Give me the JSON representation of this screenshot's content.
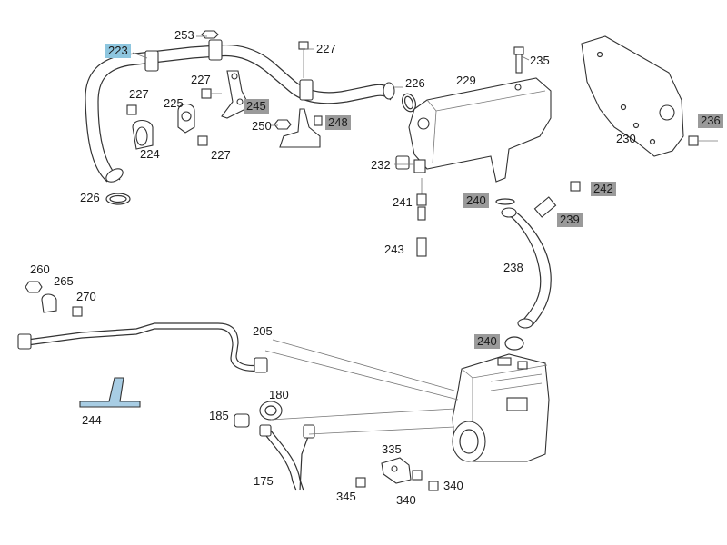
{
  "callouts": [
    {
      "text": "223",
      "style": "blue"
    },
    {
      "text": "253",
      "style": "plain"
    },
    {
      "text": "227",
      "style": "plain"
    },
    {
      "text": "227",
      "style": "plain"
    },
    {
      "text": "235",
      "style": "plain"
    },
    {
      "text": "227",
      "style": "plain"
    },
    {
      "text": "225",
      "style": "plain"
    },
    {
      "text": "245",
      "style": "grey"
    },
    {
      "text": "226",
      "style": "plain"
    },
    {
      "text": "229",
      "style": "plain"
    },
    {
      "text": "250",
      "style": "plain"
    },
    {
      "text": "248",
      "style": "grey"
    },
    {
      "text": "236",
      "style": "grey"
    },
    {
      "text": "224",
      "style": "plain"
    },
    {
      "text": "227",
      "style": "plain"
    },
    {
      "text": "230",
      "style": "plain"
    },
    {
      "text": "232",
      "style": "plain"
    },
    {
      "text": "226",
      "style": "plain"
    },
    {
      "text": "241",
      "style": "plain"
    },
    {
      "text": "240",
      "style": "grey"
    },
    {
      "text": "242",
      "style": "grey"
    },
    {
      "text": "239",
      "style": "grey"
    },
    {
      "text": "243",
      "style": "plain"
    },
    {
      "text": "238",
      "style": "plain"
    },
    {
      "text": "260",
      "style": "plain"
    },
    {
      "text": "265",
      "style": "plain"
    },
    {
      "text": "270",
      "style": "plain"
    },
    {
      "text": "205",
      "style": "plain"
    },
    {
      "text": "240",
      "style": "grey"
    },
    {
      "text": "180",
      "style": "plain"
    },
    {
      "text": "185",
      "style": "plain"
    },
    {
      "text": "244",
      "style": "plain"
    },
    {
      "text": "335",
      "style": "plain"
    },
    {
      "text": "175",
      "style": "plain"
    },
    {
      "text": "340",
      "style": "plain"
    },
    {
      "text": "345",
      "style": "plain"
    },
    {
      "text": "340",
      "style": "plain"
    }
  ],
  "colors": {
    "highlight_blue": "#8ec6df",
    "highlight_grey": "#9a9a9a",
    "line": "#333333"
  }
}
